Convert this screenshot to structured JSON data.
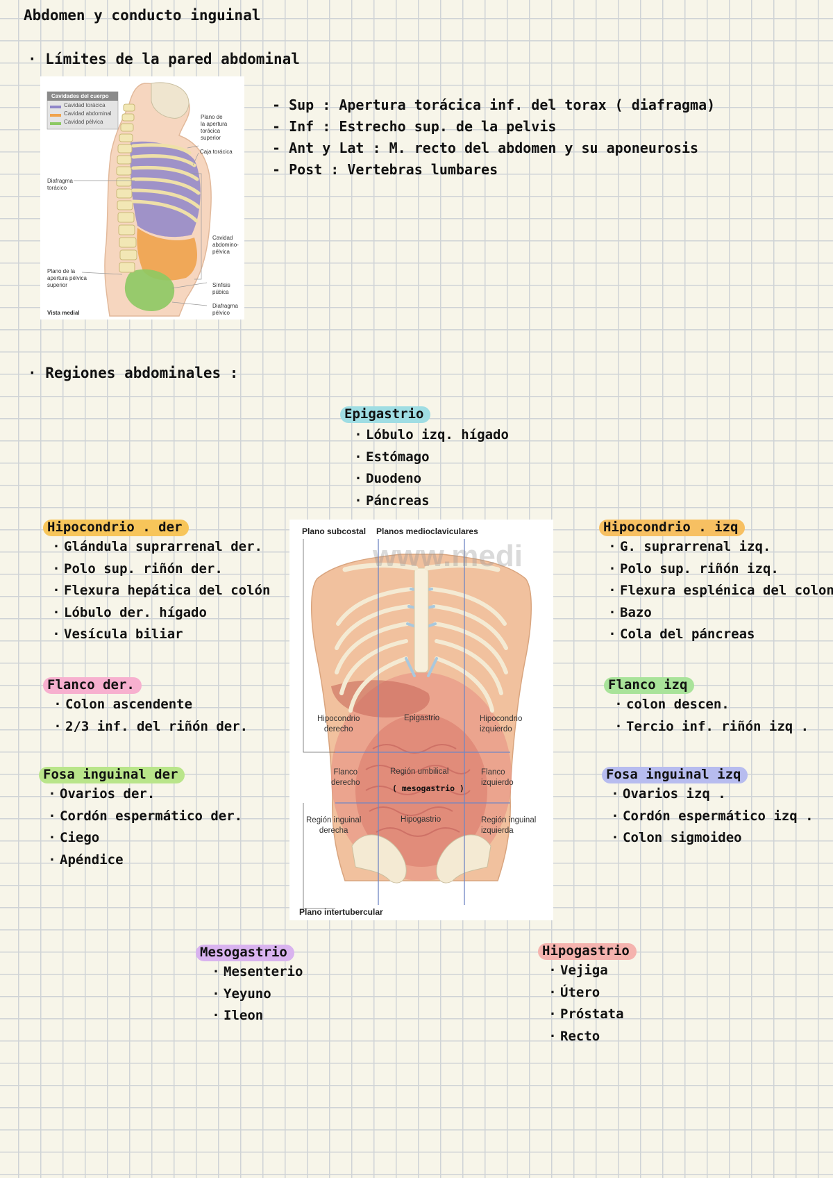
{
  "page_title": "Abdomen y conducto inguinal",
  "limits": {
    "heading": "Límites de la pared abdominal",
    "items": [
      "- Sup : Apertura torácica inf. del torax ( diafragma)",
      "- Inf : Estrecho sup. de la pelvis",
      "- Ant y Lat : M. recto del abdomen y su aponeurosis",
      "- Post : Vertebras lumbares"
    ],
    "figure": {
      "legend_title": "Cavidades del cuerpo",
      "legend": [
        {
          "label": "Cavidad torácica",
          "color": "#8f86c9"
        },
        {
          "label": "Cavidad abdominal",
          "color": "#f0a34c"
        },
        {
          "label": "Cavidad pélvica",
          "color": "#8dc963"
        }
      ],
      "labels": {
        "plano_apertura_toracica": "Plano de\nla apertura\ntorácica\nsuperior",
        "caja_toracica": "Caja torácica",
        "diafragma_toracico": "Diafragma\ntorácico",
        "cavidad_abdominopelvica": "Cavidad\nabdomino-\npélvica",
        "plano_apertura_pelvica": "Plano de la\napertura pélvica\nsuperior",
        "sinfisis": "Sínfisis\npúbica",
        "diafragma_pelvico": "Diafragma\npélvico",
        "vista": "Vista medial"
      }
    }
  },
  "regions": {
    "heading": "Regiones abdominales :",
    "epigastrio": {
      "title": "Epigastrio",
      "color": "#9fdde3",
      "items": [
        "Lóbulo izq. hígado",
        "Estómago",
        "Duodeno",
        "Páncreas"
      ]
    },
    "hipocondrio_der": {
      "title": "Hipocondrio . der",
      "color": "#f7c55a",
      "items": [
        "Glándula suprarrenal der.",
        "Polo sup. riñón der.",
        "Flexura hepática del colón",
        "Lóbulo der. hígado",
        "Vesícula biliar"
      ]
    },
    "hipocondrio_izq": {
      "title": "Hipocondrio . izq",
      "color": "#f7c062",
      "items": [
        "G. suprarrenal izq.",
        "Polo sup. riñón izq.",
        "Flexura esplénica del colon",
        "Bazo",
        "Cola del páncreas"
      ]
    },
    "flanco_der": {
      "title": "Flanco der.",
      "color": "#f7b0cf",
      "items": [
        "Colon ascendente",
        "2/3 inf. del riñón der."
      ]
    },
    "flanco_izq": {
      "title": "Flanco izq",
      "color": "#a9e39a",
      "items": [
        "colon descen.",
        "Tercio inf. riñón izq ."
      ]
    },
    "fosa_der": {
      "title": "Fosa inguinal der",
      "color": "#b9e58a",
      "items": [
        "Ovarios der.",
        "Cordón espermático der.",
        "Ciego",
        "Apéndice"
      ]
    },
    "fosa_izq": {
      "title": "Fosa inguinal izq",
      "color": "#b7bcef",
      "items": [
        "Ovarios izq .",
        "Cordón espermático izq .",
        "Colon sigmoideo"
      ]
    },
    "mesogastrio": {
      "title": "Mesogastrio",
      "color": "#d9b3ef",
      "items": [
        "Mesenterio",
        "Yeyuno",
        "Ileon"
      ]
    },
    "hipogastrio": {
      "title": "Hipogastrio",
      "color": "#f5b3ae",
      "items": [
        "Vejiga",
        "Útero",
        "Próstata",
        "Recto"
      ]
    }
  },
  "figure2": {
    "plano_subcostal": "Plano subcostal",
    "planos_medioclaviculares": "Planos medioclaviculares",
    "plano_intertubercular": "Plano intertubercular",
    "watermark": "www.medi",
    "labels": {
      "hip_der": "Hipocondrio\nderecho",
      "epigastrio": "Epigastrio",
      "hip_izq": "Hipocondrio\nizquierdo",
      "flanco_der": "Flanco\nderecho",
      "umbilical": "Región umbilical",
      "mesogastrio_note": "( mesogastrio )",
      "flanco_izq": "Flanco\nizquierdo",
      "ing_der": "Región inguinal\nderecha",
      "hipogastrio": "Hipogastrio",
      "ing_izq": "Región inguinal\nizquierda"
    }
  }
}
